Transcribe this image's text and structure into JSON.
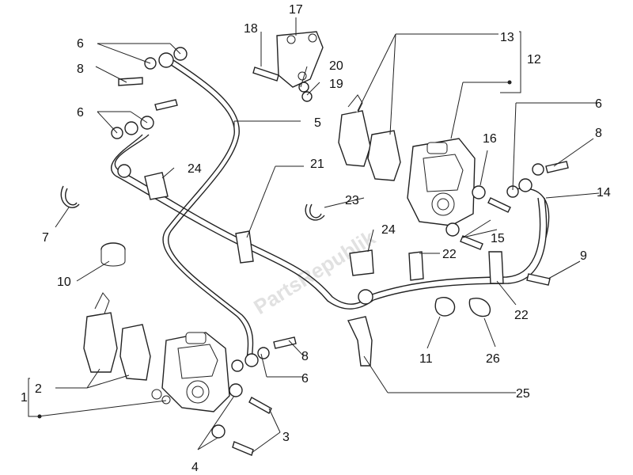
{
  "watermark": "PartsRepublik",
  "callouts": {
    "c1": "1",
    "c2": "2",
    "c3": "3",
    "c4": "4",
    "c5": "5",
    "c6a": "6",
    "c6b": "6",
    "c6c": "6",
    "c6d": "6",
    "c7": "7",
    "c8a": "8",
    "c8b": "8",
    "c8c": "8",
    "c9": "9",
    "c10": "10",
    "c11": "11",
    "c12": "12",
    "c13": "13",
    "c14": "14",
    "c15": "15",
    "c16": "16",
    "c17": "17",
    "c18": "18",
    "c19": "19",
    "c20": "20",
    "c21": "21",
    "c22a": "22",
    "c22b": "22",
    "c23": "23",
    "c24a": "24",
    "c24b": "24",
    "c25": "25",
    "c26": "26"
  }
}
